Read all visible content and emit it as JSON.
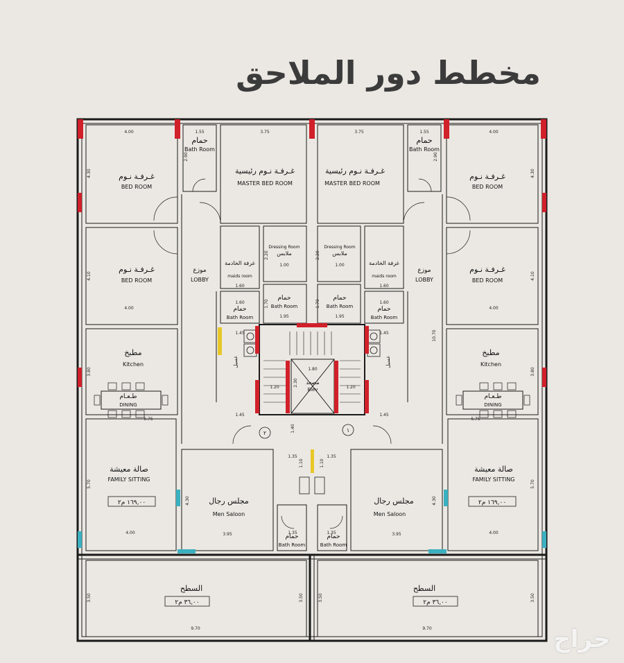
{
  "title": "مخطط دور الملاحق",
  "watermark": "حراج",
  "rooms": {
    "bed_ar": "غـرفـة نـوم",
    "bed_en": "BED ROOM",
    "master_ar": "غـرفـة نـوم رئيسية",
    "master_en": "MASTER BED ROOM",
    "bath_ar": "حمام",
    "bath_en": "Bath Room",
    "dressing_ar": "ملابس",
    "dressing_en": "Dressing Room",
    "maid_ar": "غرفة الخادمة",
    "maid_en": "maids room",
    "lobby_ar": "موزع",
    "lobby_en": "LOBBY",
    "kitchen_ar": "مطبخ",
    "kitchen_en": "Kitchen",
    "dining_ar": "طـعـام",
    "dining_en": "DINING",
    "family_ar": "صالة معيشة",
    "family_en": "FAMILY SITTING",
    "family_area": "١٦٩,٠٠ م٢",
    "men_ar": "مجلس رجال",
    "men_en": "Men Saloon",
    "roof_ar": "السطح",
    "roof_area": "٣٦,٠٠ م٢",
    "elev_ar": "مصعد",
    "elev_en": "Elev",
    "laundry_ar": "غسيل",
    "entry_1": "١",
    "entry_2": "٢"
  },
  "dims": {
    "d400": "4.00",
    "d375": "3.75",
    "d155": "1.55",
    "d430": "4.30",
    "d290": "2.90",
    "d410": "4.10",
    "d100": "1.00",
    "d220": "2.20",
    "d160": "1.60",
    "d170": "1.70",
    "d195": "1.95",
    "d145": "1.45",
    "d380": "3.80",
    "d575": "5.75",
    "d570": "5.70",
    "d395": "3.95",
    "d135": "1.35",
    "d110": "1.10",
    "d350": "3.50",
    "d970": "9.70",
    "d1070": "10.70",
    "d180": "1.80",
    "d230": "2.30",
    "d140": "1.40",
    "d120": "1.20"
  }
}
